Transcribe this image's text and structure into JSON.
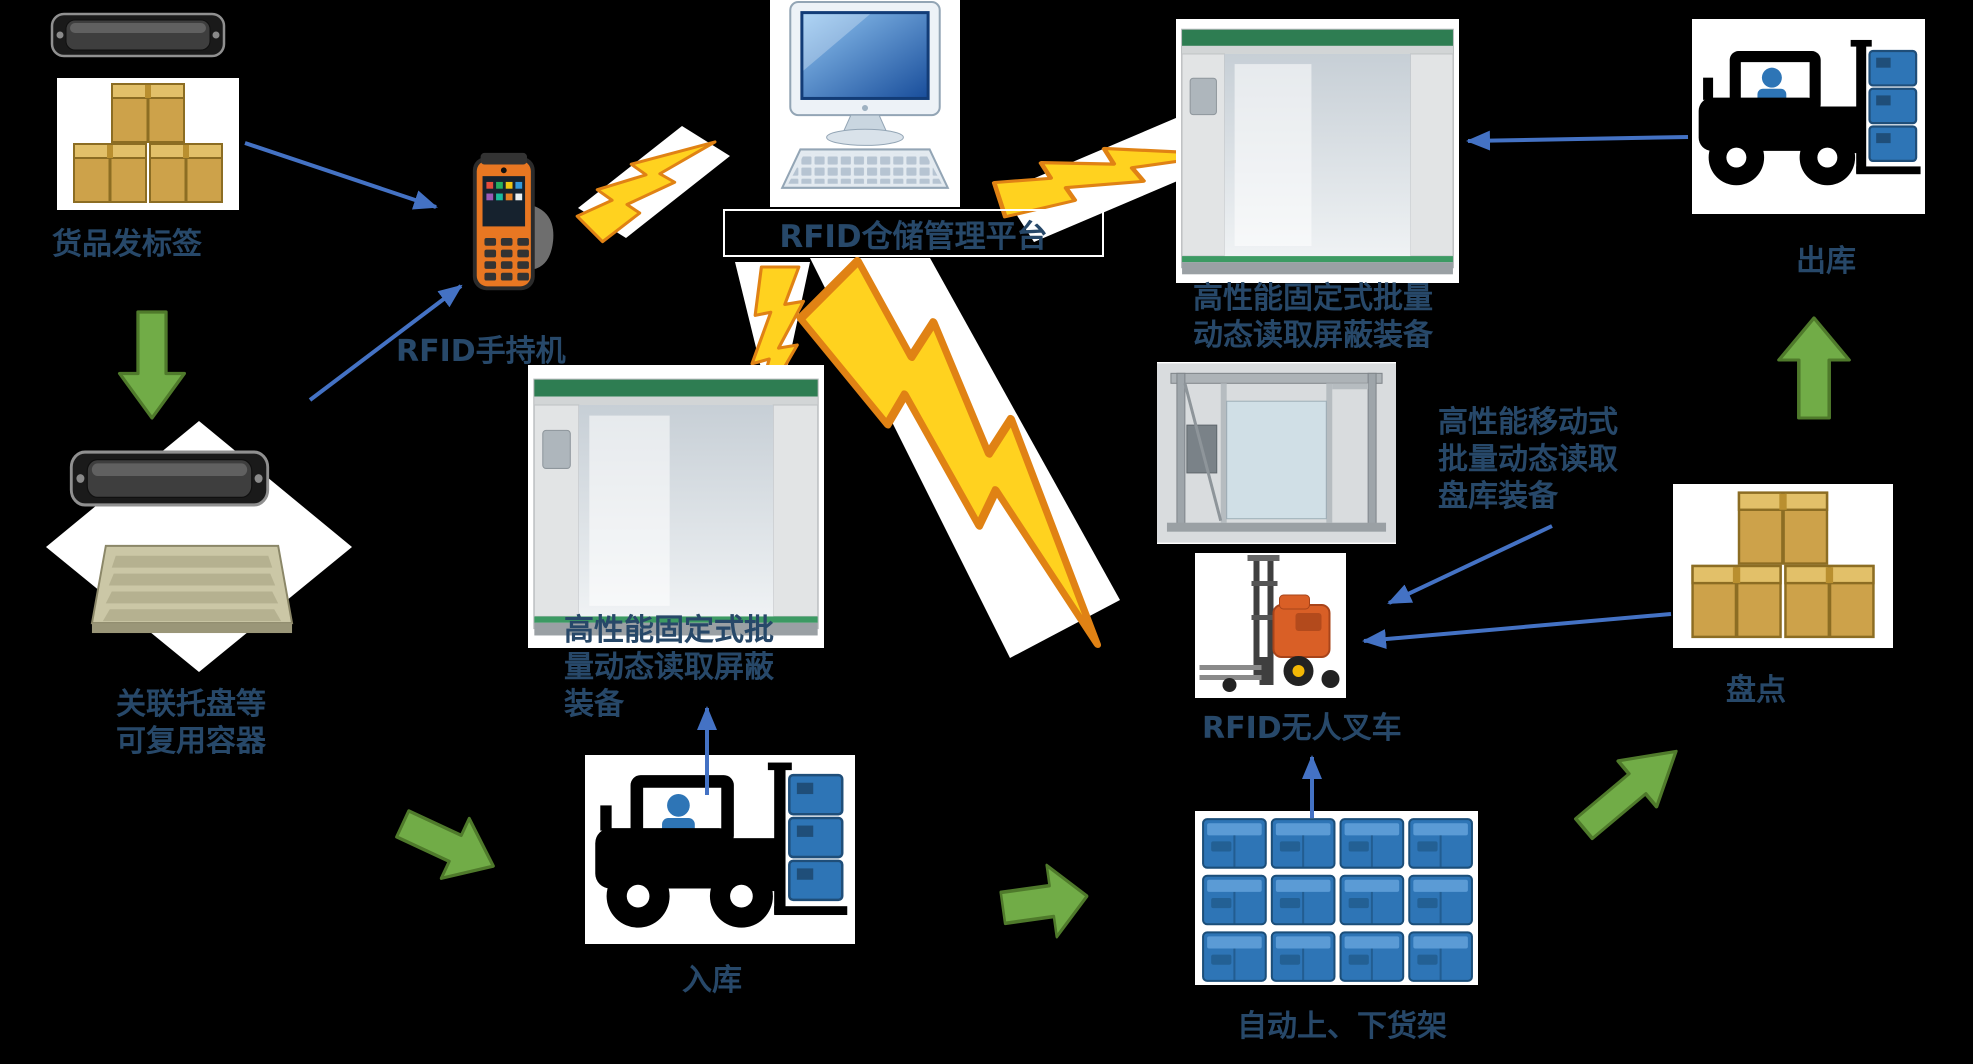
{
  "title": "RFID仓储管理平台",
  "labels": {
    "goods_tag": "货品发标签",
    "handheld": "RFID手持机",
    "pallet": [
      "关联托盘等",
      "可复用容器"
    ],
    "fixed_right": [
      "高性能固定式批量",
      "动态读取屏蔽装备"
    ],
    "fixed_center": [
      "高性能固定式批",
      "量动态读取屏蔽",
      "装备"
    ],
    "mobile": [
      "高性能移动式",
      "批量动态读取",
      "盘库装备"
    ],
    "outbound": "出库",
    "inbound": "入库",
    "agv": "RFID无人叉车",
    "shelves": "自动上、下货架",
    "inventory": "盘点"
  },
  "colors": {
    "background": "#000000",
    "label_text": "#274869",
    "flow_arrow_green": "#71AC47",
    "flow_arrow_border": "#4F7A2B",
    "link_arrow_blue": "#4472C4",
    "lightning_fill": "#FFD21F",
    "lightning_stroke": "#E08214",
    "box_tan": "#CDA24A",
    "bin_blue": "#2E75B6",
    "agv_orange": "#D95F26"
  },
  "icons": {
    "lightning-bolt-icon": "jagged yellow bolt shape",
    "flow-arrow-icon": "green block arrow",
    "link-arrow": "thin blue arrow line",
    "rfid-tag-icon": "black RFID label",
    "cardboard-boxes-icon": "stacked tan cartons",
    "pallet-icon": "reusable tray/pallet",
    "handheld-terminal-icon": "orange RFID handheld",
    "computer-icon": "desktop PC with keyboard",
    "fixed-reader-icon": "fixed batch reading cabinet",
    "mobile-reader-icon": "mobile gantry reader",
    "forklift-icon": "black forklift with blue boxes",
    "agv-forklift-icon": "orange unmanned stacker",
    "shelf-bins-icon": "grid of blue bins"
  },
  "green_flow": [
    "货品发标签 → 关联托盘等可复用容器",
    "关联托盘等可复用容器 → 入库",
    "入库 → 自动上、下货架",
    "自动上、下货架 → 盘点",
    "盘点 → 出库"
  ],
  "blue_links": [
    "货品发标签 → RFID手持机",
    "关联托盘等可复用容器 → RFID手持机",
    "出库 → 高性能固定式批量动态读取屏蔽装备",
    "盘点 → RFID无人叉车",
    "高性能移动式批量动态读取盘库装备 → RFID无人叉车",
    "入库 → 高性能固定式批量动态读取屏蔽装备",
    "自动上、下货架 → RFID无人叉车"
  ],
  "lightning_links": [
    "RFID手持机 ↔ RFID仓储管理平台",
    "RFID仓储管理平台 ↔ 高性能固定式批量动态读取屏蔽装备(右)",
    "RFID仓储管理平台 ↔ 固定式装备(中)",
    "RFID仓储管理平台 ↔ RFID无人叉车/移动式装备"
  ]
}
